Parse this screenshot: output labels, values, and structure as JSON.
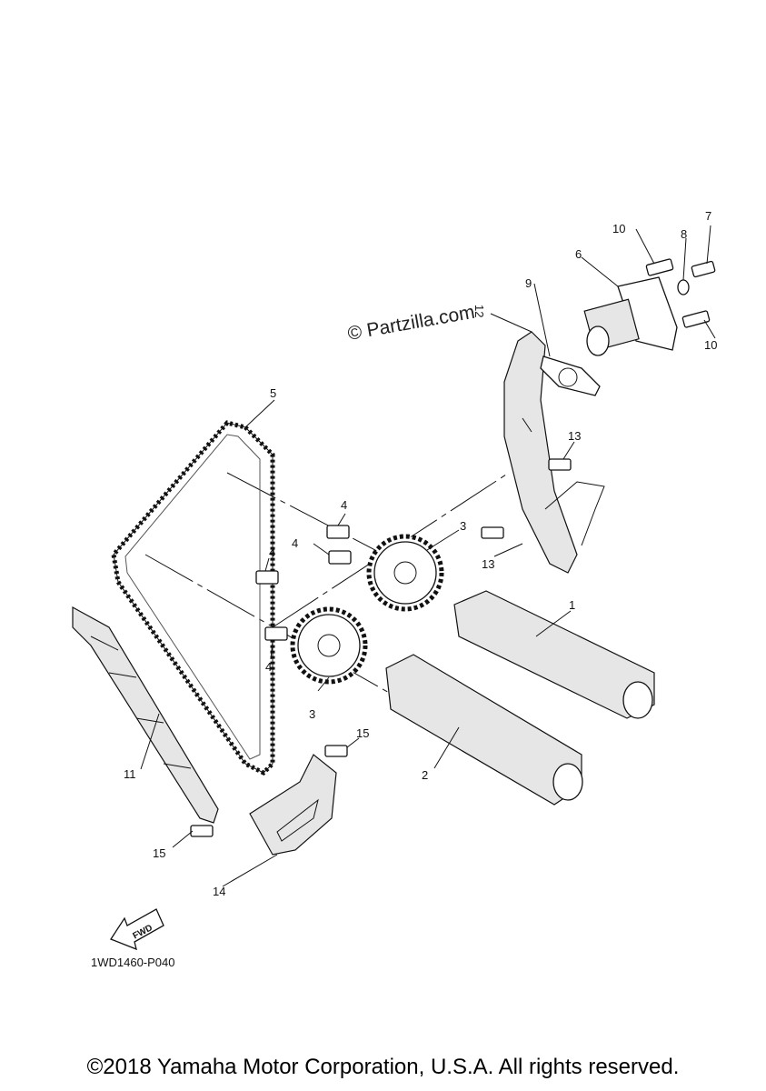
{
  "watermark": "© Partzilla.com",
  "diagram_code": "1WD1460-P040",
  "fwd_label": "FWD",
  "copyright": "©2018 Yamaha Motor Corporation, U.S.A. All rights reserved.",
  "callouts": {
    "c1": "1",
    "c2": "2",
    "c3a": "3",
    "c3b": "3",
    "c4a": "4",
    "c4b": "4",
    "c4c": "4",
    "c4d": "4",
    "c5": "5",
    "c6": "6",
    "c7": "7",
    "c8": "8",
    "c9": "9",
    "c10a": "10",
    "c10b": "10",
    "c11": "11",
    "c12": "12",
    "c13a": "13",
    "c13b": "13",
    "c14": "14",
    "c15a": "15",
    "c15b": "15"
  }
}
